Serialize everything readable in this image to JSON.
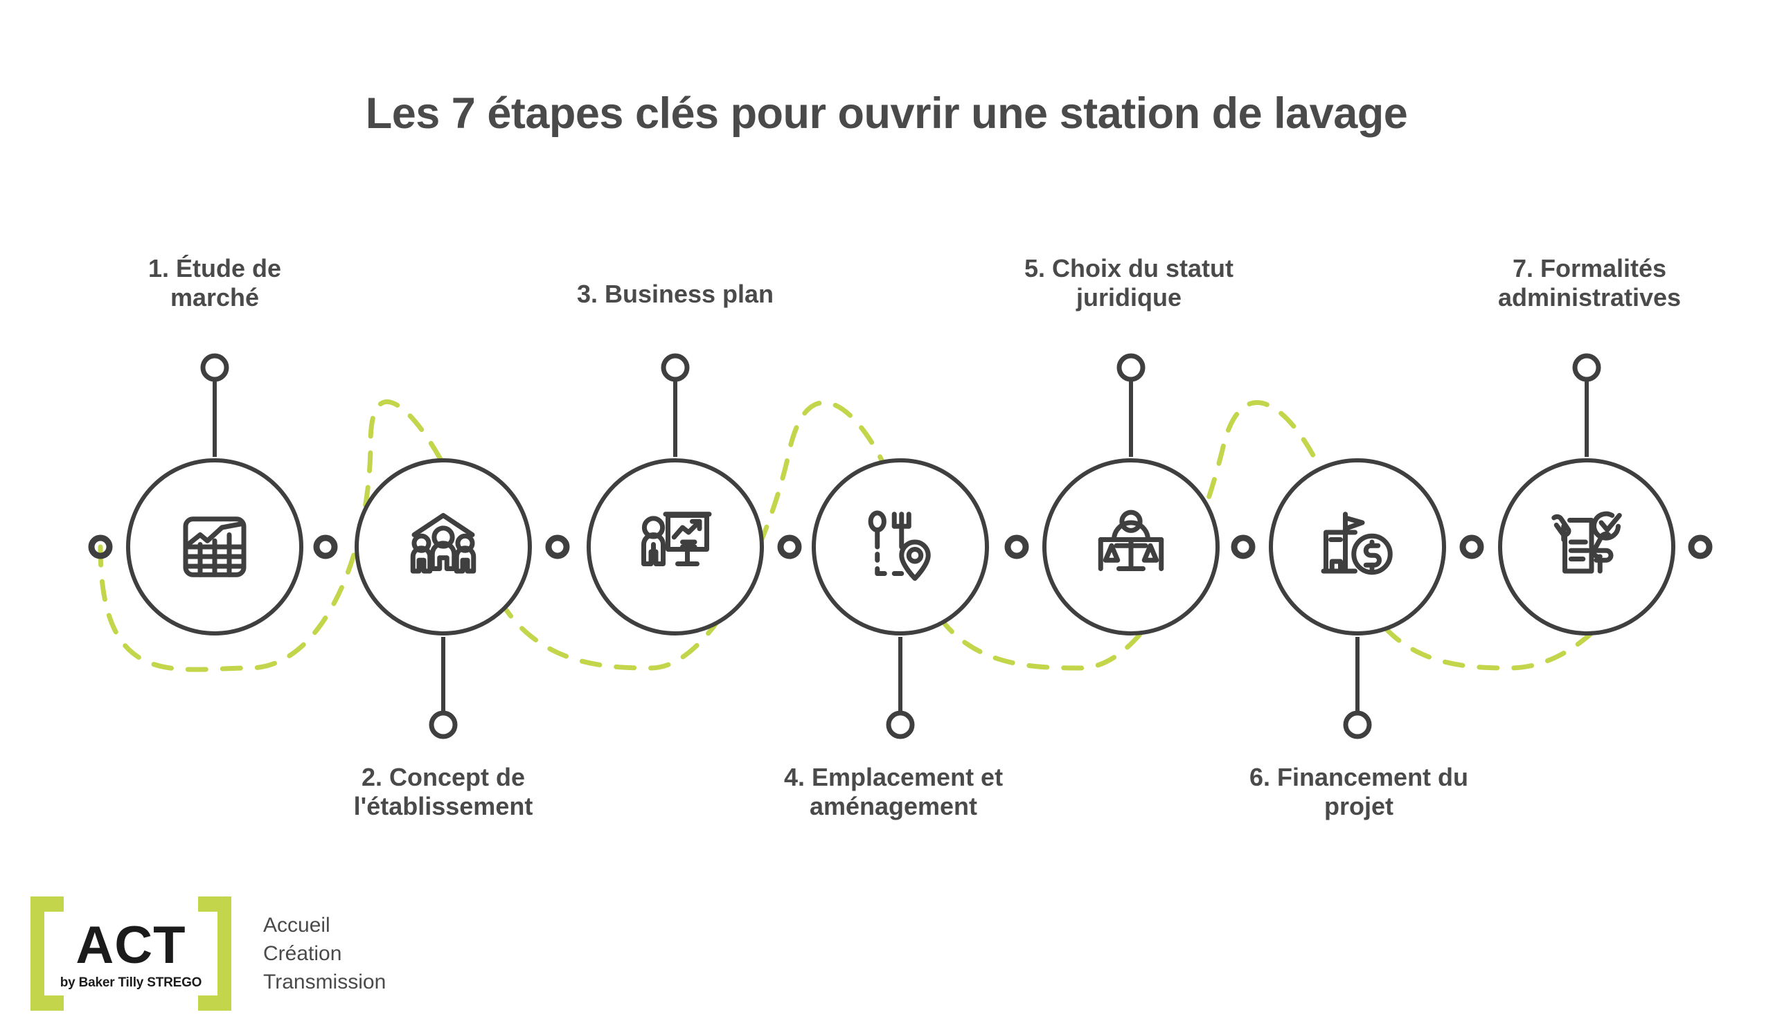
{
  "page": {
    "title": "Les 7 étapes clés pour ouvrir une station de lavage",
    "background_color": "#ffffff",
    "text_color": "#4a4a4a",
    "accent_color": "#c3d64b",
    "stroke_color": "#3f3f3f"
  },
  "steps": [
    {
      "number": "1",
      "label": "1. Étude de marché",
      "label_line1": "1. Étude de",
      "label_line2": "marché",
      "icon": "market-research-chart-icon",
      "label_position": "top"
    },
    {
      "number": "2",
      "label": "2. Concept de l'établissement",
      "label_line1": "2. Concept de",
      "label_line2": "l'établissement",
      "icon": "people-under-roof-icon",
      "label_position": "bottom"
    },
    {
      "number": "3",
      "label": "3. Business plan",
      "label_line1": "3. Business plan",
      "label_line2": "",
      "icon": "presentation-growth-icon",
      "label_position": "top"
    },
    {
      "number": "4",
      "label": "4. Emplacement et aménagement",
      "label_line1": "4. Emplacement et",
      "label_line2": "aménagement",
      "icon": "cutlery-location-pin-icon",
      "label_position": "bottom"
    },
    {
      "number": "5",
      "label": "5. Choix du statut juridique",
      "label_line1": "5. Choix du statut",
      "label_line2": "juridique",
      "icon": "justice-scales-person-icon",
      "label_position": "top"
    },
    {
      "number": "6",
      "label": "6. Financement du projet",
      "label_line1": "6. Financement du",
      "label_line2": "projet",
      "icon": "buildings-dollar-coin-icon",
      "label_position": "bottom"
    },
    {
      "number": "7",
      "label": "7. Formalités administratives",
      "label_line1": "7. Formalités",
      "label_line2": "administratives",
      "icon": "hands-document-check-icon",
      "label_position": "top"
    }
  ],
  "logo": {
    "name": "ACT",
    "byline": "by Baker Tilly STREGO",
    "tagline": [
      "Accueil",
      "Création",
      "Transmission"
    ],
    "bracket_color": "#c3d64b"
  }
}
